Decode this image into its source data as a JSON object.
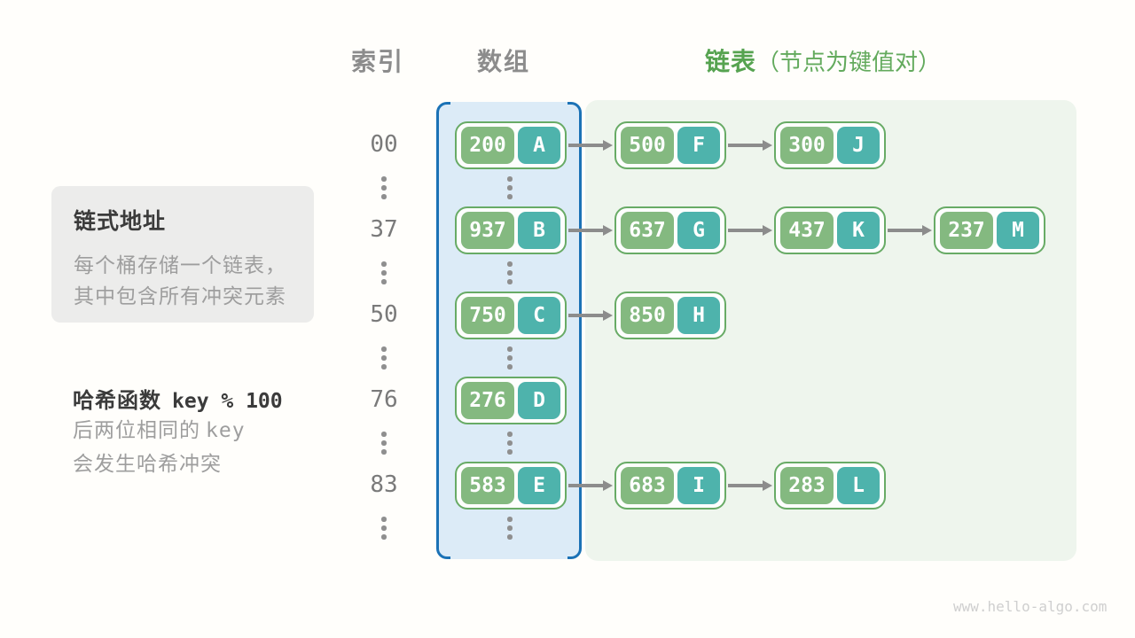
{
  "headers": {
    "index": "索引",
    "array": "数组",
    "list": "链表",
    "list_note": "（节点为键值对）"
  },
  "info_box": {
    "title": "链式地址",
    "lines": [
      "每个桶存储一个链表，",
      "其中包含所有冲突元素"
    ]
  },
  "hash_note": {
    "title_label": "哈希函数",
    "title_code": "key % 100",
    "line1_text": "后两位相同的",
    "line1_code": "key",
    "line2_text": "会发生哈希冲突"
  },
  "rows": [
    {
      "index": "00",
      "bucket": {
        "key": "200",
        "value": "A"
      },
      "chain": [
        {
          "key": "500",
          "value": "F"
        },
        {
          "key": "300",
          "value": "J"
        }
      ]
    },
    {
      "index": "37",
      "bucket": {
        "key": "937",
        "value": "B"
      },
      "chain": [
        {
          "key": "637",
          "value": "G"
        },
        {
          "key": "437",
          "value": "K"
        },
        {
          "key": "237",
          "value": "M"
        }
      ]
    },
    {
      "index": "50",
      "bucket": {
        "key": "750",
        "value": "C"
      },
      "chain": [
        {
          "key": "850",
          "value": "H"
        }
      ]
    },
    {
      "index": "76",
      "bucket": {
        "key": "276",
        "value": "D"
      },
      "chain": []
    },
    {
      "index": "83",
      "bucket": {
        "key": "583",
        "value": "E"
      },
      "chain": [
        {
          "key": "683",
          "value": "I"
        },
        {
          "key": "283",
          "value": "L"
        }
      ]
    }
  ],
  "watermark": "www.hello-algo.com",
  "colors": {
    "key_green": "#84b980",
    "value_teal": "#4eb3ac",
    "node_border": "#68ab66",
    "green_heading": "#56a350",
    "green_note": "#63aa5d",
    "bracket_blue": "#1b72b6",
    "array_fill": "#dcebf7",
    "list_fill": "#eef5ed",
    "arrow_gray": "#8c8c8c"
  }
}
